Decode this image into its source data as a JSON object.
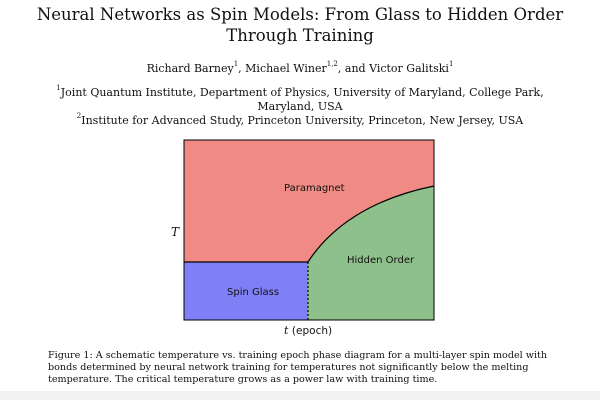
{
  "paper": {
    "title_line1": "Neural Networks as Spin Models: From Glass to Hidden Order",
    "title_line2": "Through Training",
    "authors": [
      {
        "name": "Richard Barney",
        "aff": "1"
      },
      {
        "name": "Michael Winer",
        "aff": "1,2"
      },
      {
        "name": "Victor Galitski",
        "aff": "1"
      }
    ],
    "authors_sep1": ", ",
    "authors_sep2": ", and ",
    "affiliations": [
      {
        "mark": "1",
        "text": "Joint Quantum Institute, Department of Physics, University of Maryland, College Park,"
      },
      {
        "mark": "",
        "text": "Maryland, USA"
      },
      {
        "mark": "2",
        "text": "Institute for Advanced Study, Princeton University, Princeton, New Jersey, USA"
      }
    ]
  },
  "figure": {
    "y_axis_label": "T",
    "x_axis_label_var": "t",
    "x_axis_label_unit": "(epoch)",
    "regions": {
      "paramagnet": "Paramagnet",
      "hidden_order": "Hidden Order",
      "spin_glass": "Spin Glass"
    },
    "colors": {
      "paramagnet": "#f08a84",
      "hidden_order": "#8dc08a",
      "spin_glass": "#8080f6",
      "boundary": "#000000"
    },
    "caption": "Figure 1: A schematic temperature vs. training epoch phase diagram for a multi-layer spin model with bonds determined by neural network training for temperatures not significantly below the melting temperature. The critical temperature grows as a power law with training time."
  }
}
